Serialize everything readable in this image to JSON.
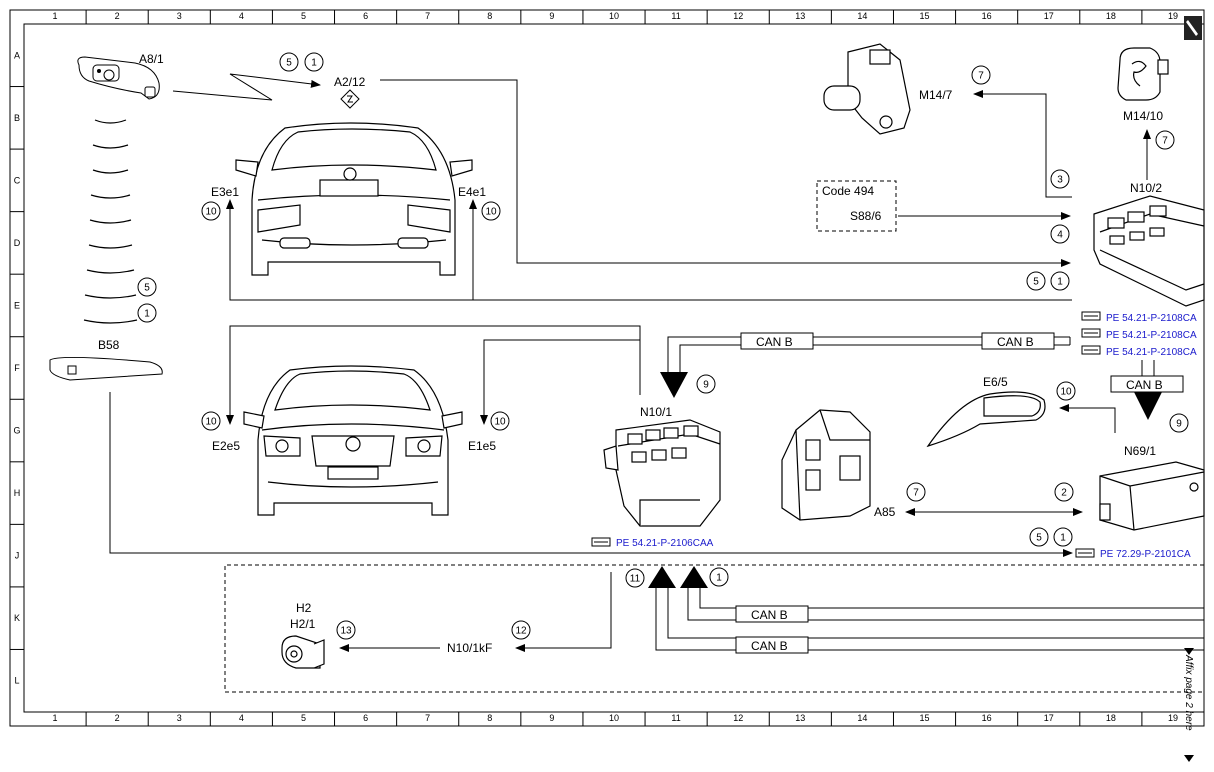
{
  "grid": {
    "columns": [
      "1",
      "2",
      "3",
      "4",
      "5",
      "6",
      "7",
      "8",
      "9",
      "10",
      "11",
      "12",
      "13",
      "14",
      "15",
      "16",
      "17",
      "18",
      "19"
    ],
    "rows": [
      "A",
      "B",
      "C",
      "D",
      "E",
      "F",
      "G",
      "H",
      "J",
      "K",
      "L"
    ]
  },
  "components": {
    "a8_1": "A8/1",
    "a2_12": "A2/12",
    "m14_7": "M14/7",
    "m14_10": "M14/10",
    "code494": "Code 494",
    "s88_6": "S88/6",
    "n10_2": "N10/2",
    "e3e1": "E3e1",
    "e4e1": "E4e1",
    "b58": "B58",
    "e2e5": "E2e5",
    "e1e5": "E1e5",
    "n10_1": "N10/1",
    "e6_5": "E6/5",
    "n69_1": "N69/1",
    "a85": "A85",
    "h2": "H2",
    "h2_1": "H2/1",
    "n10_1kf": "N10/1kF"
  },
  "bus": {
    "can_b": "CAN B"
  },
  "references": {
    "pe_2108_1": "PE 54.21-P-2108CA",
    "pe_2108_2": "PE 54.21-P-2108CA",
    "pe_2108_3": "PE 54.21-P-2108CA",
    "pe_2106": "PE 54.21-P-2106CAA",
    "pe_2101": "PE 72.29-P-2101CA"
  },
  "side_note": "Affix page 2 here",
  "step_numbers": {
    "n5": "5",
    "n1": "1",
    "n7": "7",
    "n3": "3",
    "n4": "4",
    "n10": "10",
    "n9": "9",
    "n2": "2",
    "n11": "11",
    "n12": "12",
    "n13": "13"
  },
  "icons": [
    "key-fob-icon",
    "antenna-diamond-icon",
    "car-rear-icon",
    "car-front-icon",
    "actuator-icon",
    "fuel-flap-icon",
    "module-icon",
    "mirror-icon",
    "horn-icon",
    "door-handle-icon",
    "pointing-hand-icon"
  ]
}
